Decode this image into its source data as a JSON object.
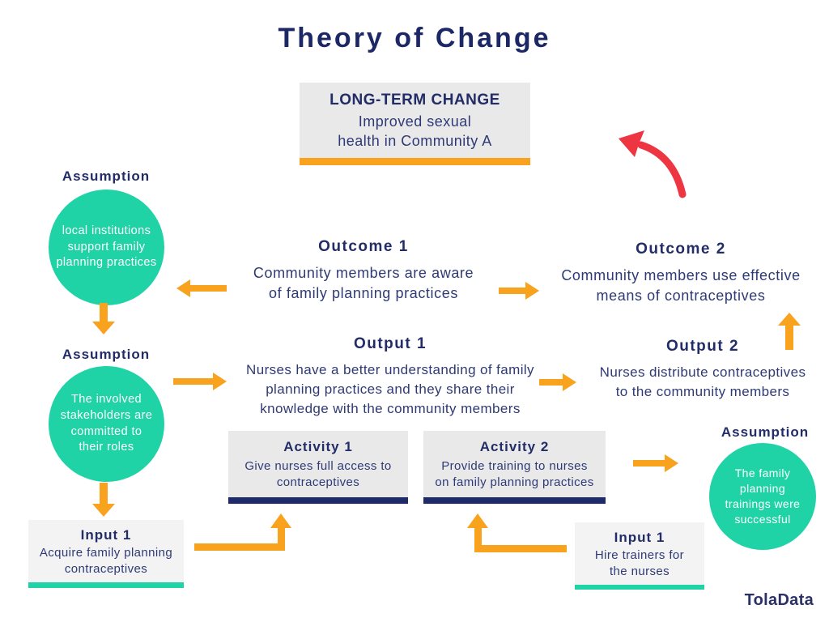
{
  "title": "Theory of Change",
  "logo": "TolaData",
  "colors": {
    "heading_navy": "#222c67",
    "body_navy": "#2f3a75",
    "green": "#1fd3a6",
    "orange": "#f9a21d",
    "red": "#ed3642",
    "box_gray": "#e9e9ea",
    "input_gray": "#f3f3f4"
  },
  "long_term": {
    "heading": "LONG-TERM CHANGE",
    "text": "Improved sexual\nhealth in Community A"
  },
  "assumptions": [
    {
      "label": "Assumption",
      "text": "local institutions\nsupport family\nplanning practices"
    },
    {
      "label": "Assumption",
      "text": "The involved\nstakeholders are\ncommitted to\ntheir roles"
    },
    {
      "label": "Assumption",
      "text": "The family\nplanning\ntrainings were\nsuccessful"
    }
  ],
  "outcomes": [
    {
      "heading": "Outcome 1",
      "text": "Community members are aware\nof family planning practices"
    },
    {
      "heading": "Outcome 2",
      "text": "Community members use effective\nmeans of contraceptives"
    }
  ],
  "outputs": [
    {
      "heading": "Output 1",
      "text": "Nurses have a better understanding of family\nplanning practices and they share their\nknowledge with the community members"
    },
    {
      "heading": "Output 2",
      "text": "Nurses distribute contraceptives\nto the community members"
    }
  ],
  "activities": [
    {
      "heading": "Activity 1",
      "text": "Give nurses full access to\ncontraceptives"
    },
    {
      "heading": "Activity 2",
      "text": "Provide training to nurses\non family planning practices"
    }
  ],
  "inputs": [
    {
      "heading": "Input 1",
      "text": "Acquire family planning\ncontraceptives"
    },
    {
      "heading": "Input 1",
      "text": "Hire trainers for\nthe nurses"
    }
  ]
}
